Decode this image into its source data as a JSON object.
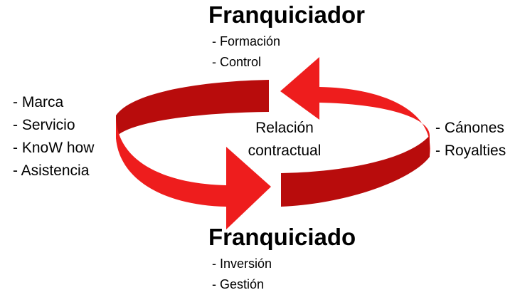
{
  "franquiciador": {
    "title": "Franquiciador",
    "items": [
      "- Formación",
      "- Control"
    ]
  },
  "franquiciado": {
    "title": "Franquiciado",
    "items": [
      "- Inversión",
      "- Gestión"
    ]
  },
  "left_list": {
    "items": [
      "- Marca",
      "- Servicio",
      "- KnoW how",
      "- Asistencia"
    ]
  },
  "right_list": {
    "items": [
      "- Cánones",
      "- Royalties"
    ]
  },
  "center": {
    "line1": "Relación",
    "line2": "contractual"
  },
  "colors": {
    "arrow_front": "#ee1d1d",
    "arrow_back": "#b80c0c",
    "text": "#000000"
  }
}
